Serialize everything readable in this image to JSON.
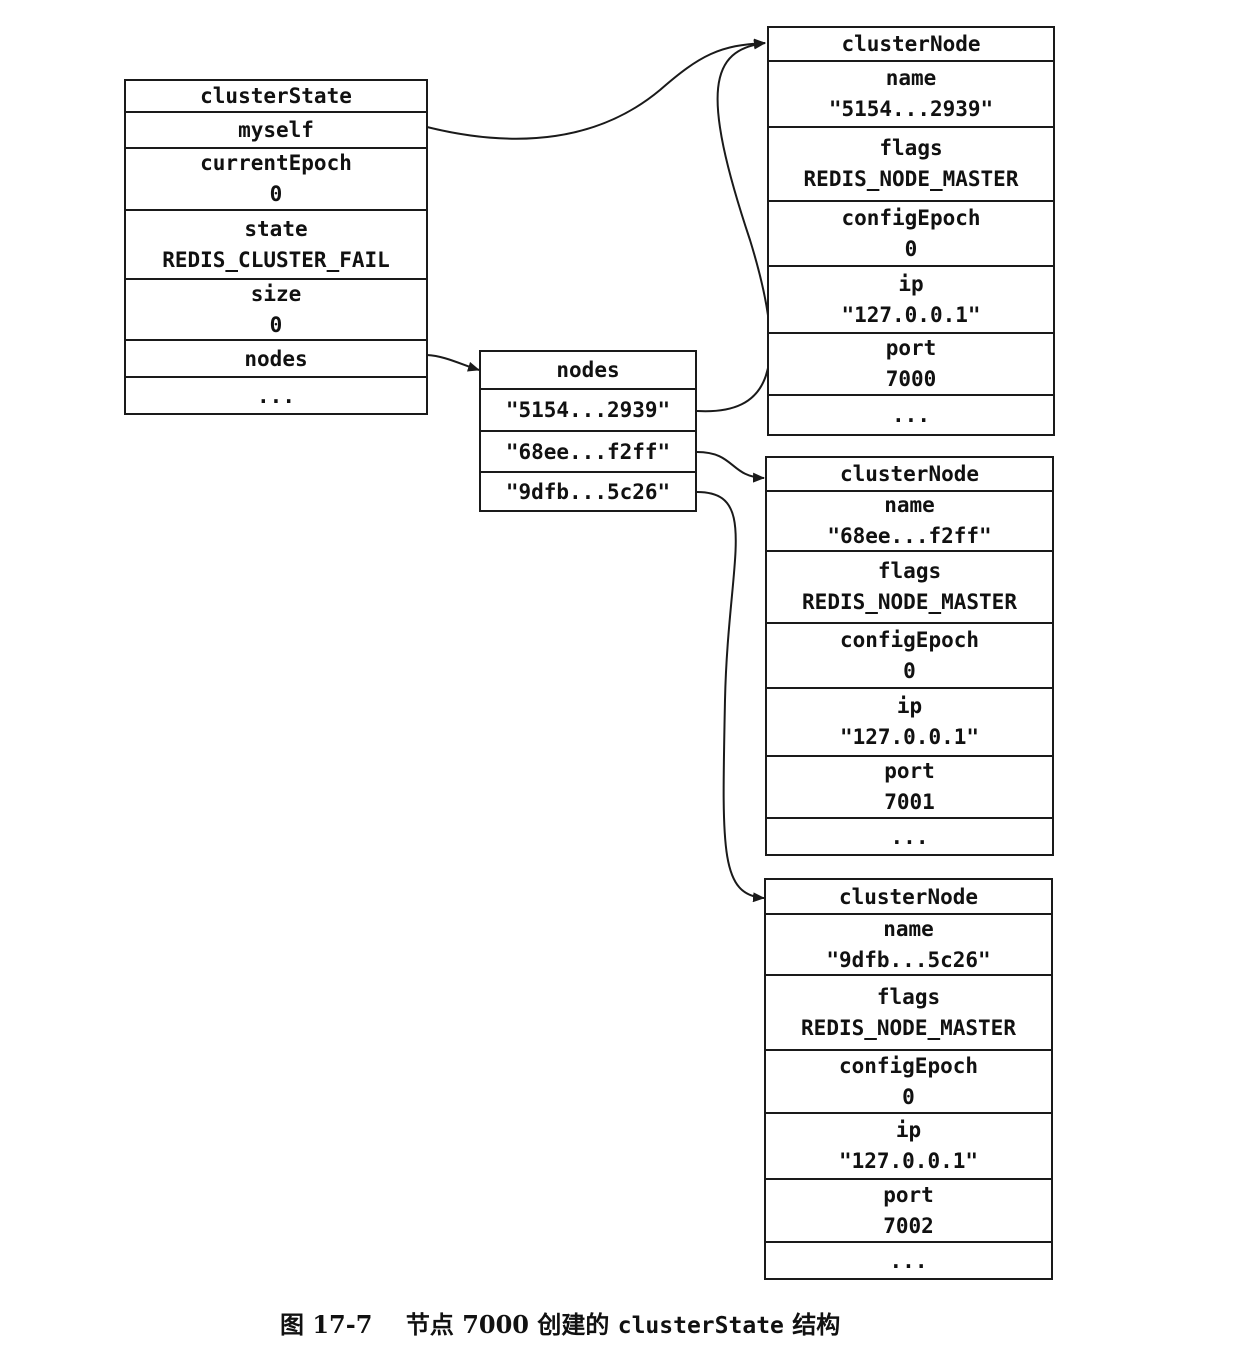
{
  "cluster_state": {
    "title": "clusterState",
    "myself": "myself",
    "current_epoch_label": "currentEpoch",
    "current_epoch_value": "0",
    "state_label": "state",
    "state_value": "REDIS_CLUSTER_FAIL",
    "size_label": "size",
    "size_value": "0",
    "nodes": "nodes",
    "ellipsis": "..."
  },
  "nodes_dict": {
    "title": "nodes",
    "keys": [
      "\"5154...2939\"",
      "\"68ee...f2ff\"",
      "\"9dfb...5c26\""
    ]
  },
  "cluster_nodes": [
    {
      "title": "clusterNode",
      "name_label": "name",
      "name_value": "\"5154...2939\"",
      "flags_label": "flags",
      "flags_value": "REDIS_NODE_MASTER",
      "config_epoch_label": "configEpoch",
      "config_epoch_value": "0",
      "ip_label": "ip",
      "ip_value": "\"127.0.0.1\"",
      "port_label": "port",
      "port_value": "7000",
      "ellipsis": "..."
    },
    {
      "title": "clusterNode",
      "name_label": "name",
      "name_value": "\"68ee...f2ff\"",
      "flags_label": "flags",
      "flags_value": "REDIS_NODE_MASTER",
      "config_epoch_label": "configEpoch",
      "config_epoch_value": "0",
      "ip_label": "ip",
      "ip_value": "\"127.0.0.1\"",
      "port_label": "port",
      "port_value": "7001",
      "ellipsis": "..."
    },
    {
      "title": "clusterNode",
      "name_label": "name",
      "name_value": "\"9dfb...5c26\"",
      "flags_label": "flags",
      "flags_value": "REDIS_NODE_MASTER",
      "config_epoch_label": "configEpoch",
      "config_epoch_value": "0",
      "ip_label": "ip",
      "ip_value": "\"127.0.0.1\"",
      "port_label": "port",
      "port_value": "7002",
      "ellipsis": "..."
    }
  ],
  "caption": {
    "figure": "图 17-7",
    "text_before": "节点 7000 创建的",
    "code": "clusterState",
    "text_after": "结构"
  }
}
